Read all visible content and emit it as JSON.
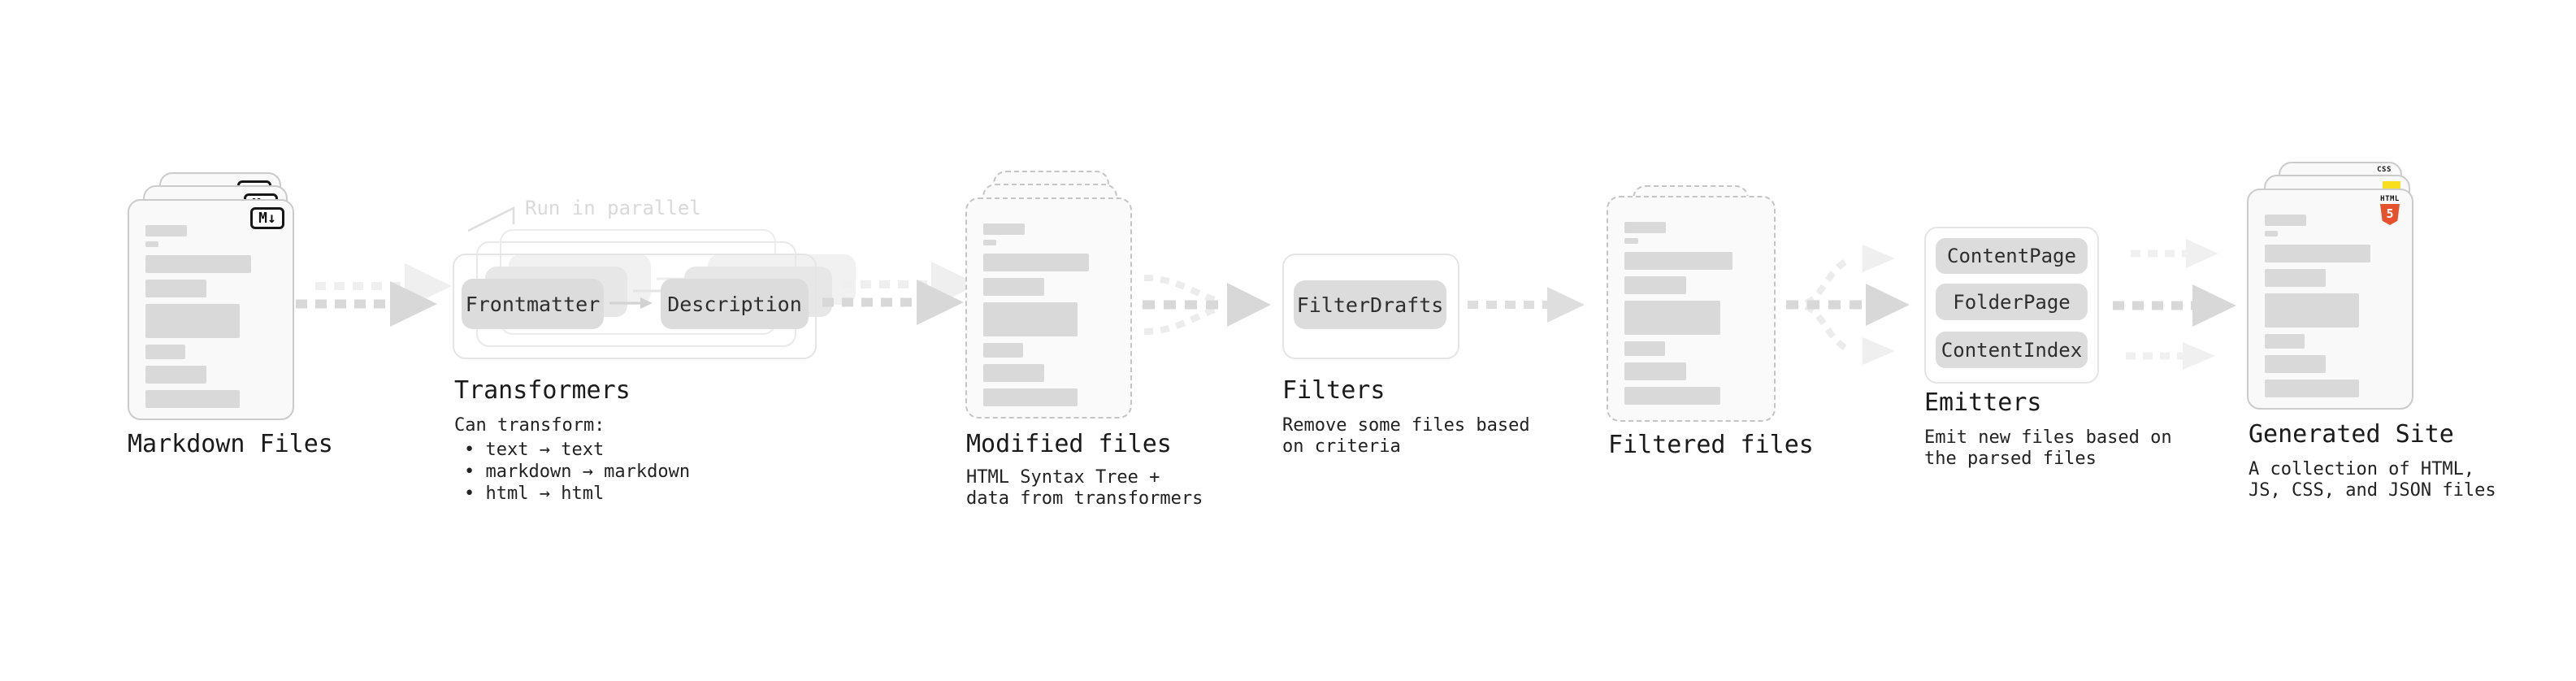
{
  "stages": {
    "markdown_files": {
      "title": "Markdown Files",
      "badge": "M↓"
    },
    "transformers": {
      "title": "Transformers",
      "annotation": "Run in parallel",
      "pills": [
        "Frontmatter",
        "Description"
      ],
      "description_heading": "Can transform:",
      "bullets": [
        "• text → text",
        "• markdown → markdown",
        "• html → html"
      ]
    },
    "modified_files": {
      "title": "Modified files",
      "description": [
        "HTML Syntax Tree +",
        "data from transformers"
      ]
    },
    "filters": {
      "title": "Filters",
      "pill": "FilterDrafts",
      "description": [
        "Remove some files based",
        "on criteria"
      ]
    },
    "filtered_files": {
      "title": "Filtered files"
    },
    "emitters": {
      "title": "Emitters",
      "pills": [
        "ContentPage",
        "FolderPage",
        "ContentIndex"
      ],
      "description": [
        "Emit new files based on",
        "the parsed files"
      ]
    },
    "generated_site": {
      "title": "Generated Site",
      "description": [
        "A collection of HTML,",
        "JS, CSS, and JSON files"
      ],
      "badges": {
        "css_label": "CSS",
        "html_label": "HTML",
        "html_number": "5"
      }
    }
  },
  "colors": {
    "html5_orange": "#e5532e",
    "js_yellow": "#f8df1e",
    "css_blue": "#2b65f0",
    "arrow_dark": "#d8d8d8",
    "arrow_light": "#efefef",
    "bar_gray": "#d9d9d9"
  }
}
